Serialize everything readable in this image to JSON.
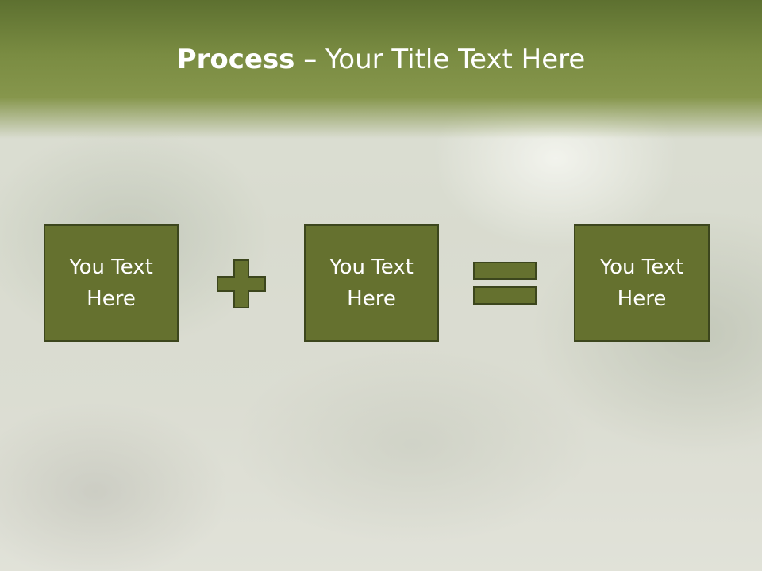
{
  "slide": {
    "title_bold": "Process",
    "title_rest": " – Your Title Text Here",
    "boxes": [
      {
        "label": "You Text\nHere"
      },
      {
        "label": "You Text\nHere"
      },
      {
        "label": "You Text\nHere"
      }
    ],
    "operators": [
      {
        "icon": "plus-icon"
      },
      {
        "icon": "equals-icon"
      }
    ]
  },
  "colors": {
    "header": "#7a8c42",
    "box_fill": "#65712f",
    "box_border": "#3c461d",
    "text": "#ffffff"
  }
}
